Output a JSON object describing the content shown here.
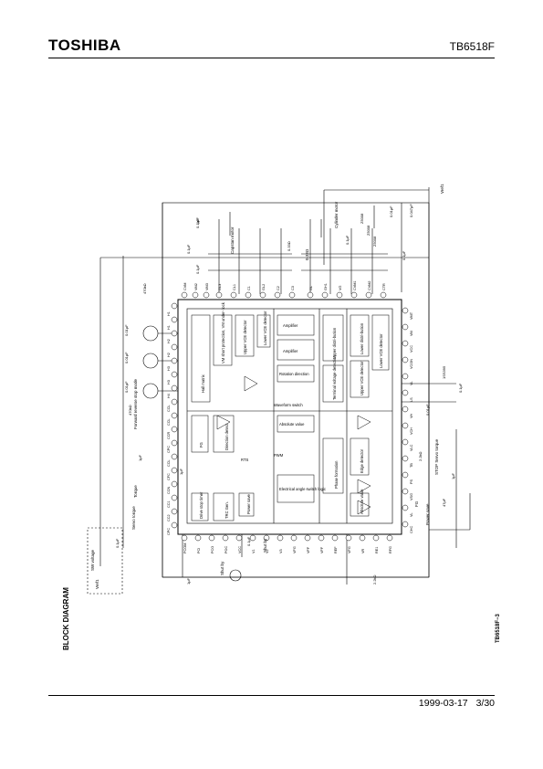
{
  "header": {
    "logo": "TOSHIBA",
    "part_number": "TB6518F"
  },
  "section_title": "BLOCK DIAGRAM",
  "figure_code": "TB6518F−3",
  "footer": {
    "date": "1999-03-17",
    "page": "3/30"
  },
  "diagram": {
    "blocks": [
      "Hall matrix",
      "VM short protection, VM under- lock",
      "Upper VCE detector",
      "Lower VCE detector",
      "Amplifier",
      "Amplifier",
      "Upper distri-bution",
      "Lower distri-bution",
      "Lower VCE detector",
      "Upper VCE detector",
      "Terminal voltage detection",
      "Rotation direction",
      "Phase formation",
      "Absolute value",
      "Waveform switch",
      "Electrical angle switch logic",
      "Edge detector",
      "Absolute value",
      "Drive stop timer",
      "Power save",
      "FG",
      "Direction detect",
      "TRC Gen.",
      "RTS",
      "PWM"
    ],
    "external_labels": [
      "Cylinder motor",
      "Capstan motor",
      "Vref1",
      "SW voltage",
      "Vref1",
      "Servo torque",
      "Torque",
      "Forward reverse stop mode",
      "Shut by",
      "Shut by",
      "STOP Servo torque",
      "FG",
      "0.33Ω",
      "Power save"
    ],
    "components": [
      "0.1μF",
      "0.1μF",
      "0.1μF",
      "0.33Ω",
      "0.1μF",
      "0.01μF",
      "0.047μF",
      "Z5008",
      "Z5008",
      "Z5008",
      "0.1μF",
      "0.01μF",
      "0.01μF",
      "0.01μF",
      "470kΩ",
      "470kΩ",
      "0.1μF",
      "0.01μF",
      "1μF",
      "47μF",
      "0.1μF",
      "2.2kΩ",
      "1μF",
      "1μF",
      "1μF",
      "1μF",
      "1SS395",
      "0.1μF",
      "2.2kΩ"
    ],
    "pins_top": [
      "CVM",
      "VM2",
      "VM3",
      "GL3",
      "CL1",
      "C1",
      "GL2",
      "C2",
      "C3",
      "GL",
      "GH1",
      "VG",
      "CVM1",
      "CVM2",
      "CTR"
    ],
    "pins_right": [
      "VMT",
      "VM",
      "VCC",
      "VCON",
      "VL",
      "LS",
      "VH",
      "VCH",
      "VLC",
      "TB",
      "PS",
      "VSG",
      "VL",
      "CHC"
    ],
    "pins_bottom": [
      "PCOM",
      "PCI",
      "PCO",
      "POC",
      "VCC",
      "V1",
      "V2",
      "V3",
      "VFG",
      "VFF",
      "VFF",
      "REF",
      "VFG",
      "VR",
      "RE1",
      "RFG"
    ],
    "pins_left": [
      "H1",
      "H1",
      "H2",
      "H2",
      "H3",
      "H3",
      "H4",
      "CCL",
      "CCL",
      "CCR",
      "CPC",
      "CCL",
      "CFC",
      "CCN",
      "CC1",
      "CC2",
      "CPC"
    ]
  }
}
